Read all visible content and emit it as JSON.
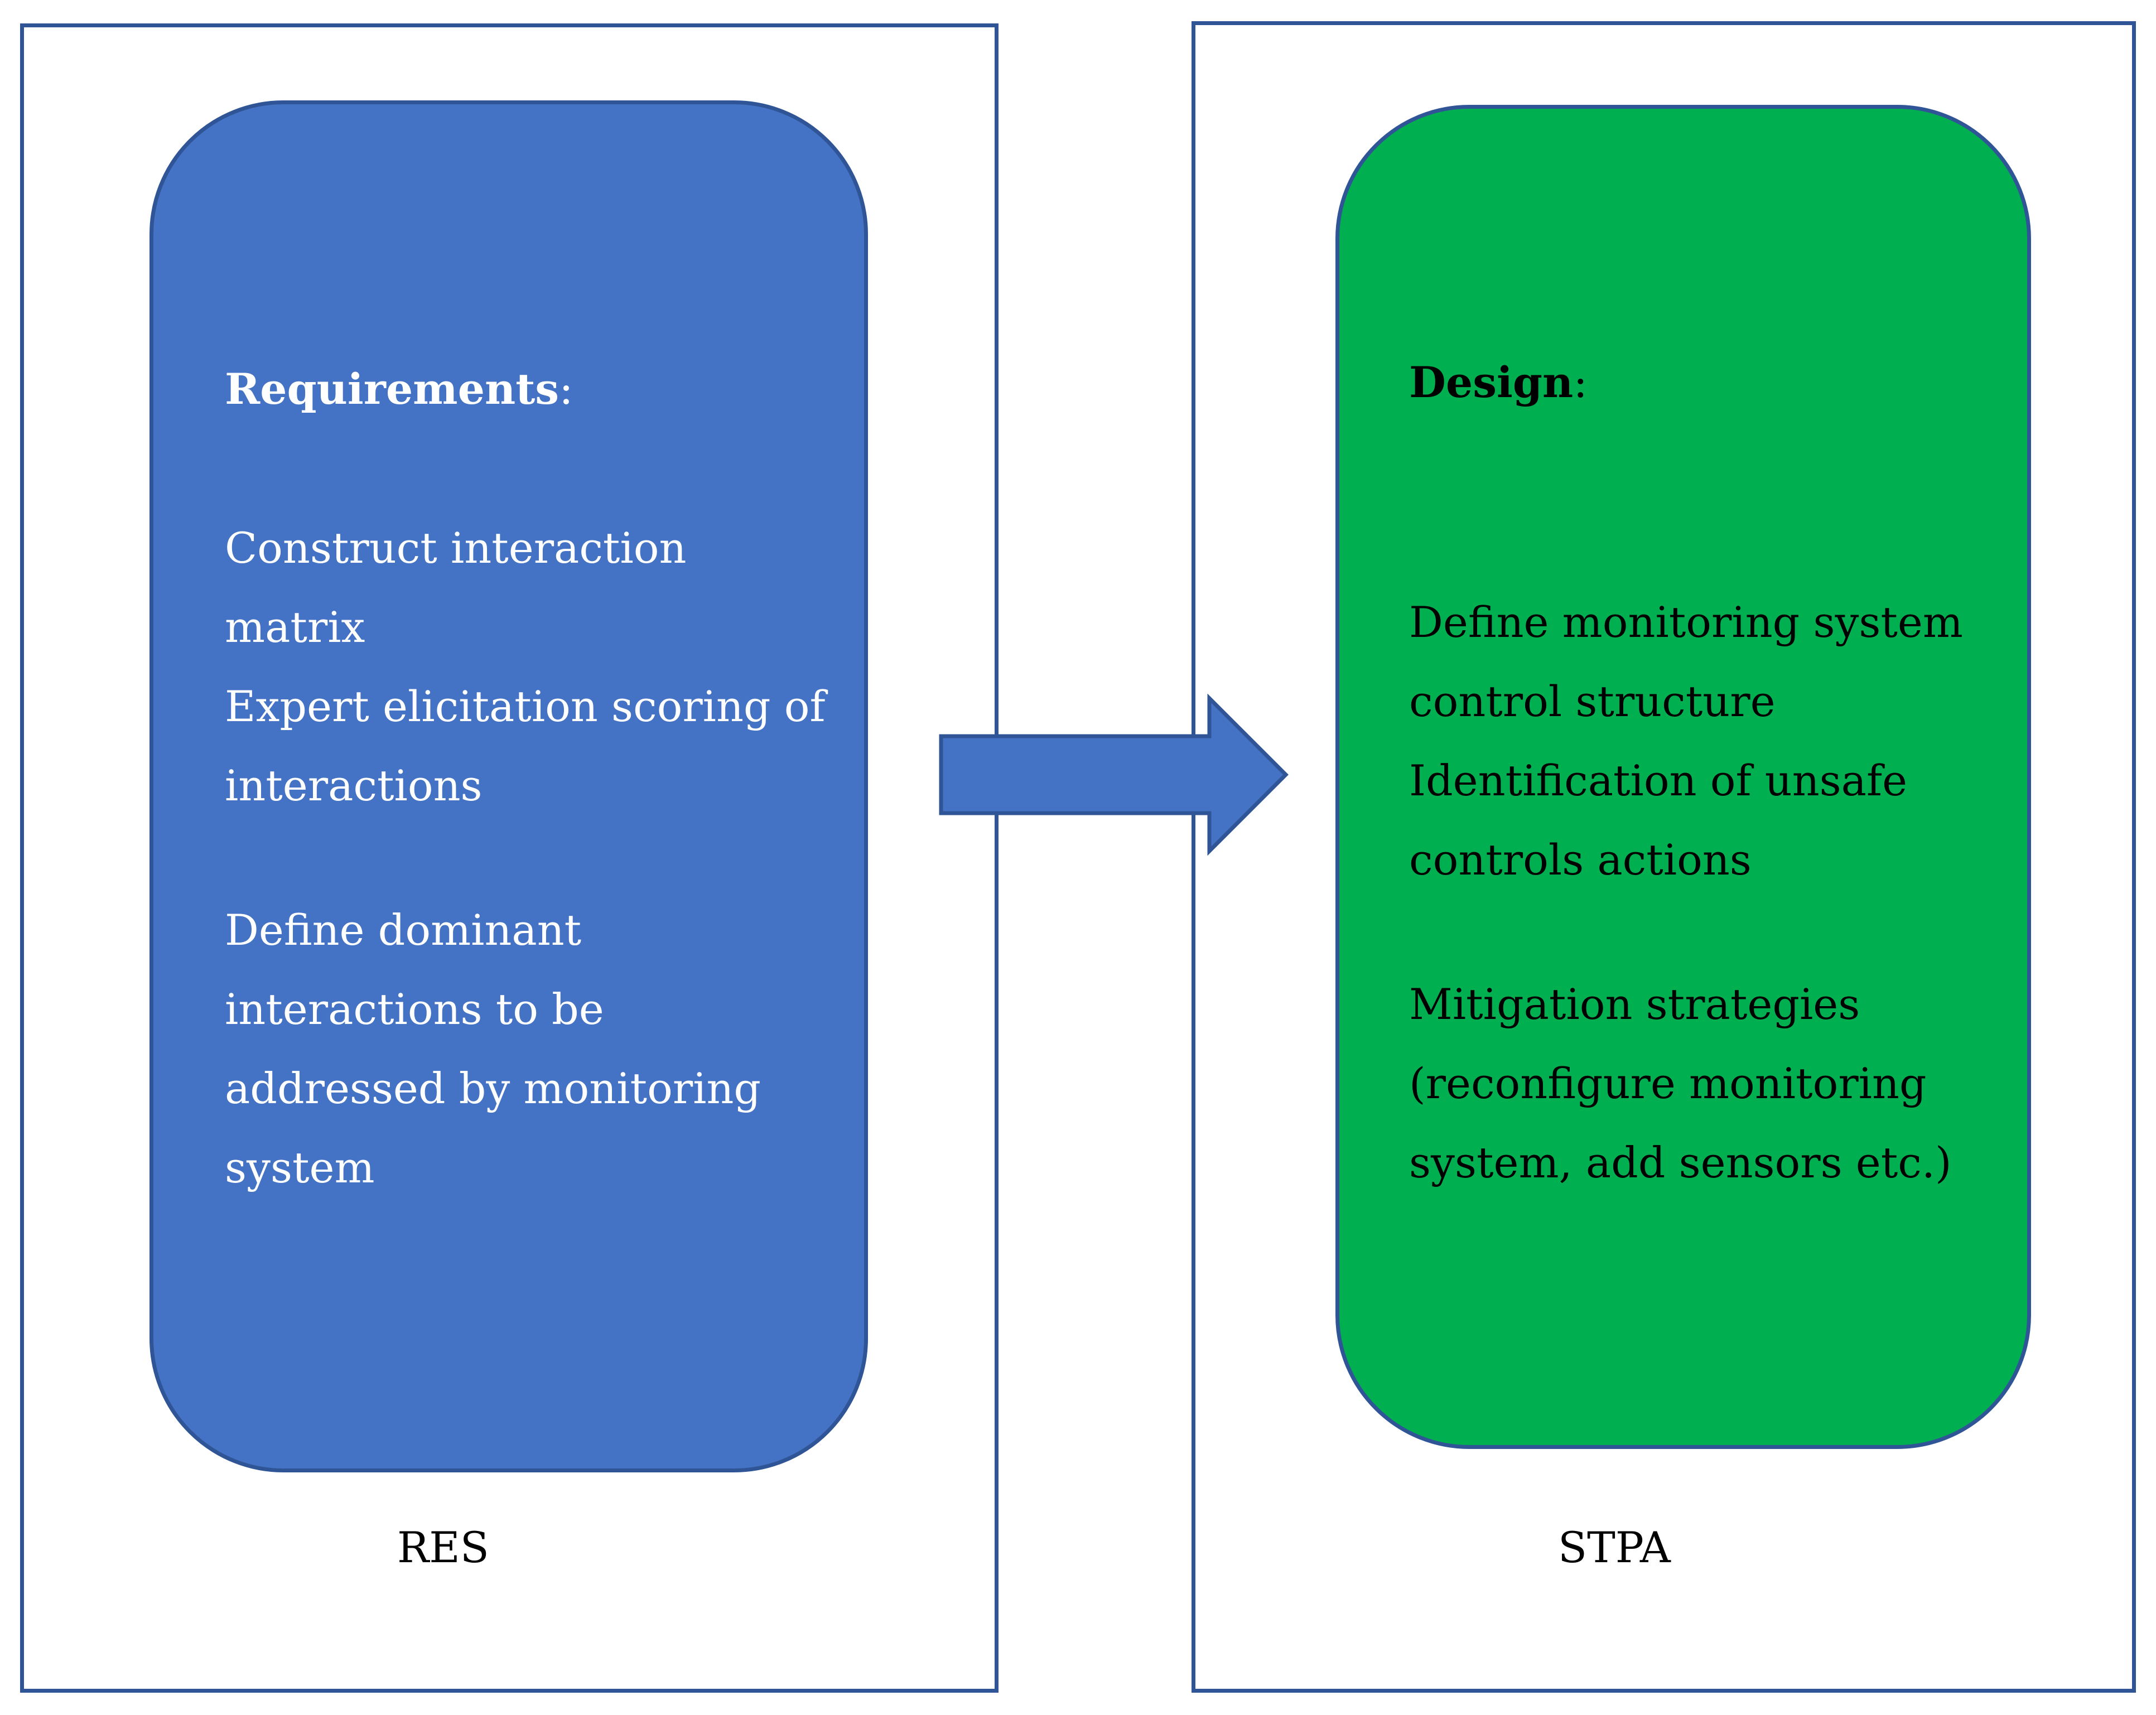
{
  "left": {
    "label": "RES",
    "heading": "Requirements",
    "heading_suffix": ":",
    "lines": [
      "Construct interaction",
      "matrix",
      "Expert elicitation scoring of",
      "interactions",
      "Define dominant",
      "interactions to be",
      "addressed by monitoring",
      "system"
    ]
  },
  "right": {
    "label": "STPA",
    "heading": "Design",
    "heading_suffix": ":",
    "lines": [
      "Define monitoring system",
      "control structure",
      "Identification of unsafe",
      "controls actions",
      "Mitigation strategies",
      "(reconfigure monitoring",
      "system, add sensors etc.)"
    ]
  },
  "colors": {
    "border": "#2F5597",
    "left_card": "#4472C4",
    "right_card": "#00B050",
    "arrow": "#4472C4"
  }
}
